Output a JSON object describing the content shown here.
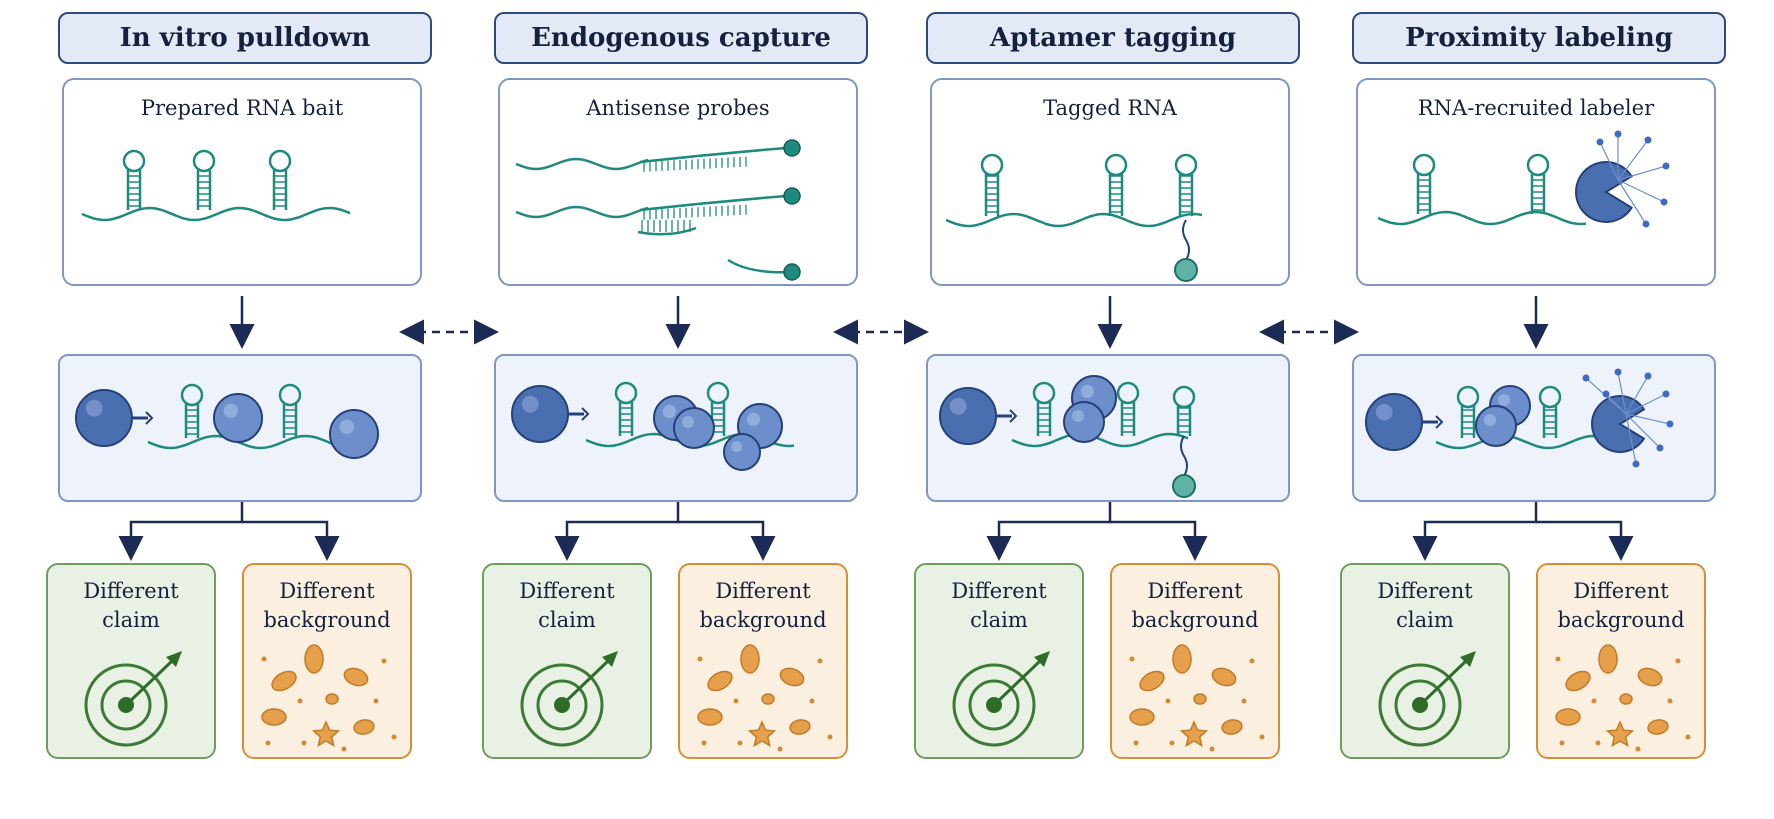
{
  "columns": [
    {
      "id": "in-vitro-pulldown",
      "header": "In vitro pulldown",
      "top_label": "Prepared RNA bait",
      "claim_label_1": "Different",
      "claim_label_2": "claim",
      "background_label_1": "Different",
      "background_label_2": "background",
      "icons": [
        "rna-hairpin-icon",
        "bead-icon",
        "target-icon",
        "particles-icon"
      ]
    },
    {
      "id": "endogenous-capture",
      "header": "Endogenous capture",
      "top_label": "Antisense probes",
      "claim_label_1": "Different",
      "claim_label_2": "claim",
      "background_label_1": "Different",
      "background_label_2": "background",
      "icons": [
        "probe-icon",
        "bead-icon",
        "target-icon",
        "particles-icon"
      ]
    },
    {
      "id": "aptamer-tagging",
      "header": "Aptamer tagging",
      "top_label": "Tagged RNA",
      "claim_label_1": "Different",
      "claim_label_2": "claim",
      "background_label_1": "Different",
      "background_label_2": "background",
      "icons": [
        "rna-hairpin-icon",
        "aptamer-tag-icon",
        "target-icon",
        "particles-icon"
      ]
    },
    {
      "id": "proximity-labeling",
      "header": "Proximity labeling",
      "top_label": "RNA-recruited labeler",
      "claim_label_1": "Different",
      "claim_label_2": "claim",
      "background_label_1": "Different",
      "background_label_2": "background",
      "icons": [
        "labeler-enzyme-icon",
        "bead-icon",
        "target-icon",
        "particles-icon"
      ]
    }
  ],
  "colors": {
    "header_fill": "#e3eaf5",
    "header_border": "#2f4a80",
    "rna": "#1f8a7e",
    "protein": "#4a6fb0",
    "claim_fill": "#e8f1e3",
    "claim_border": "#6f9d5e",
    "background_fill": "#fbf0e0",
    "background_border": "#d88d3a",
    "arrow": "#1b2b55"
  }
}
